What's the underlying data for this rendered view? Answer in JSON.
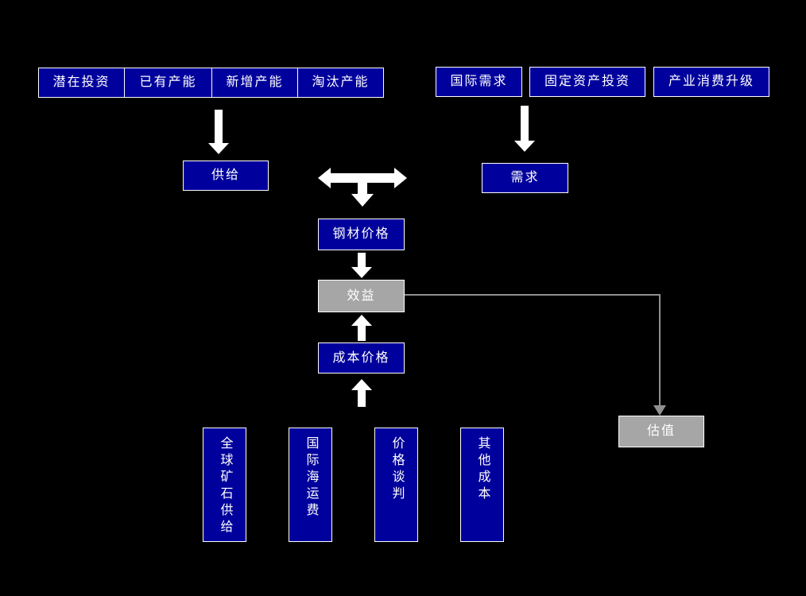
{
  "diagram": {
    "background_color": "#000000",
    "colors": {
      "box_fill_blue": "#00009c",
      "box_border": "#ffffff",
      "box_fill_gray": "#a6a6a6",
      "text": "#ffffff",
      "arrow_white": "#ffffff",
      "connector_gray": "#909090"
    },
    "supply_factors": [
      {
        "label": "潜在投资"
      },
      {
        "label": "已有产能"
      },
      {
        "label": "新增产能"
      },
      {
        "label": "淘汰产能"
      }
    ],
    "demand_factors": [
      {
        "label": "国际需求"
      },
      {
        "label": "固定资产投资"
      },
      {
        "label": "产业消费升级"
      }
    ],
    "nodes": {
      "supply": "供给",
      "demand": "需求",
      "steel_price": "钢材价格",
      "profit": "效益",
      "cost_price": "成本价格",
      "valuation": "估值"
    },
    "cost_factors": [
      {
        "label": "全球矿石供给"
      },
      {
        "label": "国际海运费"
      },
      {
        "label": "价格谈判"
      },
      {
        "label": "其他成本"
      }
    ]
  }
}
